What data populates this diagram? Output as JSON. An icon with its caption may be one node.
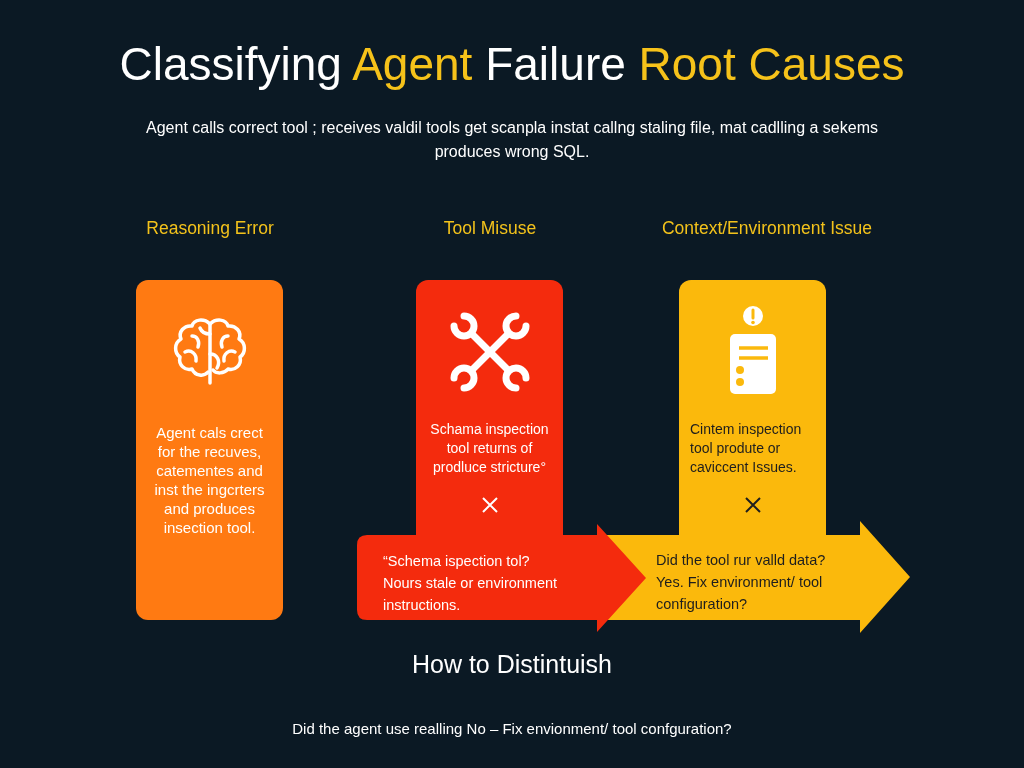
{
  "diagram": {
    "title": "Classifying Agent Failure Root Causes",
    "nodes": [
      {
        "text": [
          "Reasoning Error",
          "Agent cals crect for the recuves, catementes and inst the ingcrters and produces insection tool."
        ]
      },
      {
        "text": [
          "Tool Misuse",
          "Schama inspection tool returns of prodluce stricture°"
        ]
      },
      {
        "text": [
          "Context/Environment Issue",
          "Cintem inspection tool produte or caviccent Issues."
        ]
      },
      {
        "text": [
          "“Schema ispection tol? Nours stale or environment instructions."
        ]
      },
      {
        "text": [
          "Did the tool rur valld data? Yes. Fix environment/ tool configuration?"
        ]
      }
    ],
    "labels": [
      "Agent calls correct tool ; receives valdil tools get scanpla instat callng staling file, mat cadlling a sekems produces wrong SQL.",
      "How to Distintuish",
      "Did the agent use realling No – Fix envionment/ tool confguration?"
    ]
  }
}
